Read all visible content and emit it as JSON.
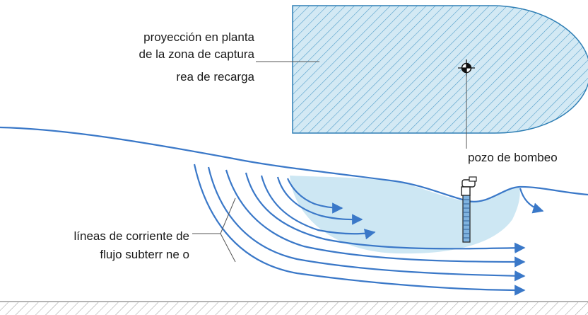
{
  "labels": {
    "capture_zone_line1": "proyección en planta",
    "capture_zone_line2": "de la zona de captura",
    "capture_zone_line3": "rea de recarga",
    "well": "pozo de bombeo",
    "flow_lines_line1": "líneas de corriente de",
    "flow_lines_line2": "flujo subterr ne o"
  },
  "colors": {
    "flow_line": "#3a78c8",
    "capture_fill": "#cfe6f2",
    "capture_hatch": "#4a9ac8",
    "leader_line": "#555555",
    "ground_hatch": "#999999"
  }
}
